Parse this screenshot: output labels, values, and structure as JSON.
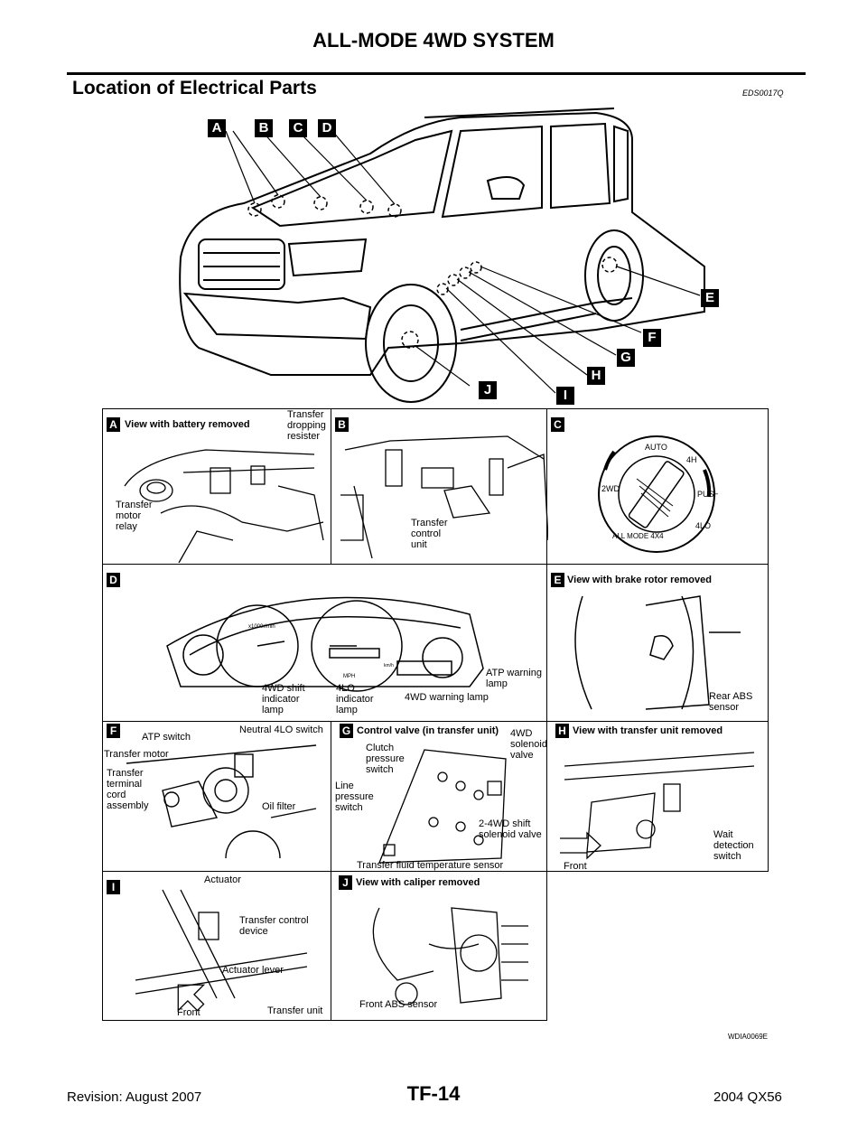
{
  "header": {
    "title": "ALL-MODE 4WD SYSTEM"
  },
  "section": {
    "title": "Location of Electrical Parts",
    "code": "EDS0017Q"
  },
  "overview": {
    "tags": [
      "A",
      "B",
      "C",
      "D",
      "E",
      "F",
      "G",
      "H",
      "I",
      "J"
    ]
  },
  "panels": {
    "A": {
      "tag": "A",
      "caption": "View with battery removed",
      "labels": [
        "Transfer dropping resister",
        "Transfer motor relay"
      ]
    },
    "B": {
      "tag": "B",
      "caption": "",
      "labels": [
        "Transfer control unit"
      ]
    },
    "C": {
      "tag": "C",
      "caption": "",
      "labels": [
        "AUTO",
        "4H",
        "PUSH",
        "4LO",
        "2WD",
        "ALL MODE 4X4"
      ]
    },
    "D": {
      "tag": "D",
      "caption": "",
      "labels": [
        "4WD shift indicator lamp",
        "4LO indicator lamp",
        "4WD warning lamp",
        "ATP warning lamp",
        "x1000r/min",
        "MPH",
        "km/h"
      ]
    },
    "E": {
      "tag": "E",
      "caption": "View with brake rotor removed",
      "labels": [
        "Rear ABS sensor"
      ]
    },
    "F": {
      "tag": "F",
      "caption": "",
      "labels": [
        "ATP switch",
        "Neutral 4LO switch",
        "Transfer motor",
        "Transfer terminal cord assembly",
        "Oil filter"
      ]
    },
    "G": {
      "tag": "G",
      "caption": "Control valve (in transfer unit)",
      "labels": [
        "Clutch pressure switch",
        "4WD solenoid valve",
        "Line pressure switch",
        "2-4WD shift solenoid valve",
        "Transfer fluid temperature sensor"
      ]
    },
    "H": {
      "tag": "H",
      "caption": "View with transfer unit removed",
      "labels": [
        "Wait detection switch",
        "Front"
      ]
    },
    "I": {
      "tag": "I",
      "caption": "",
      "labels": [
        "Actuator",
        "Transfer control device",
        "Actuator lever",
        "Front",
        "Transfer unit"
      ]
    },
    "J": {
      "tag": "J",
      "caption": "View with caliper removed",
      "labels": [
        "Front ABS sensor"
      ]
    }
  },
  "figure_code": "WDIA0069E",
  "footer": {
    "revision": "Revision: August 2007",
    "page": "TF-14",
    "model": "2004 QX56"
  }
}
